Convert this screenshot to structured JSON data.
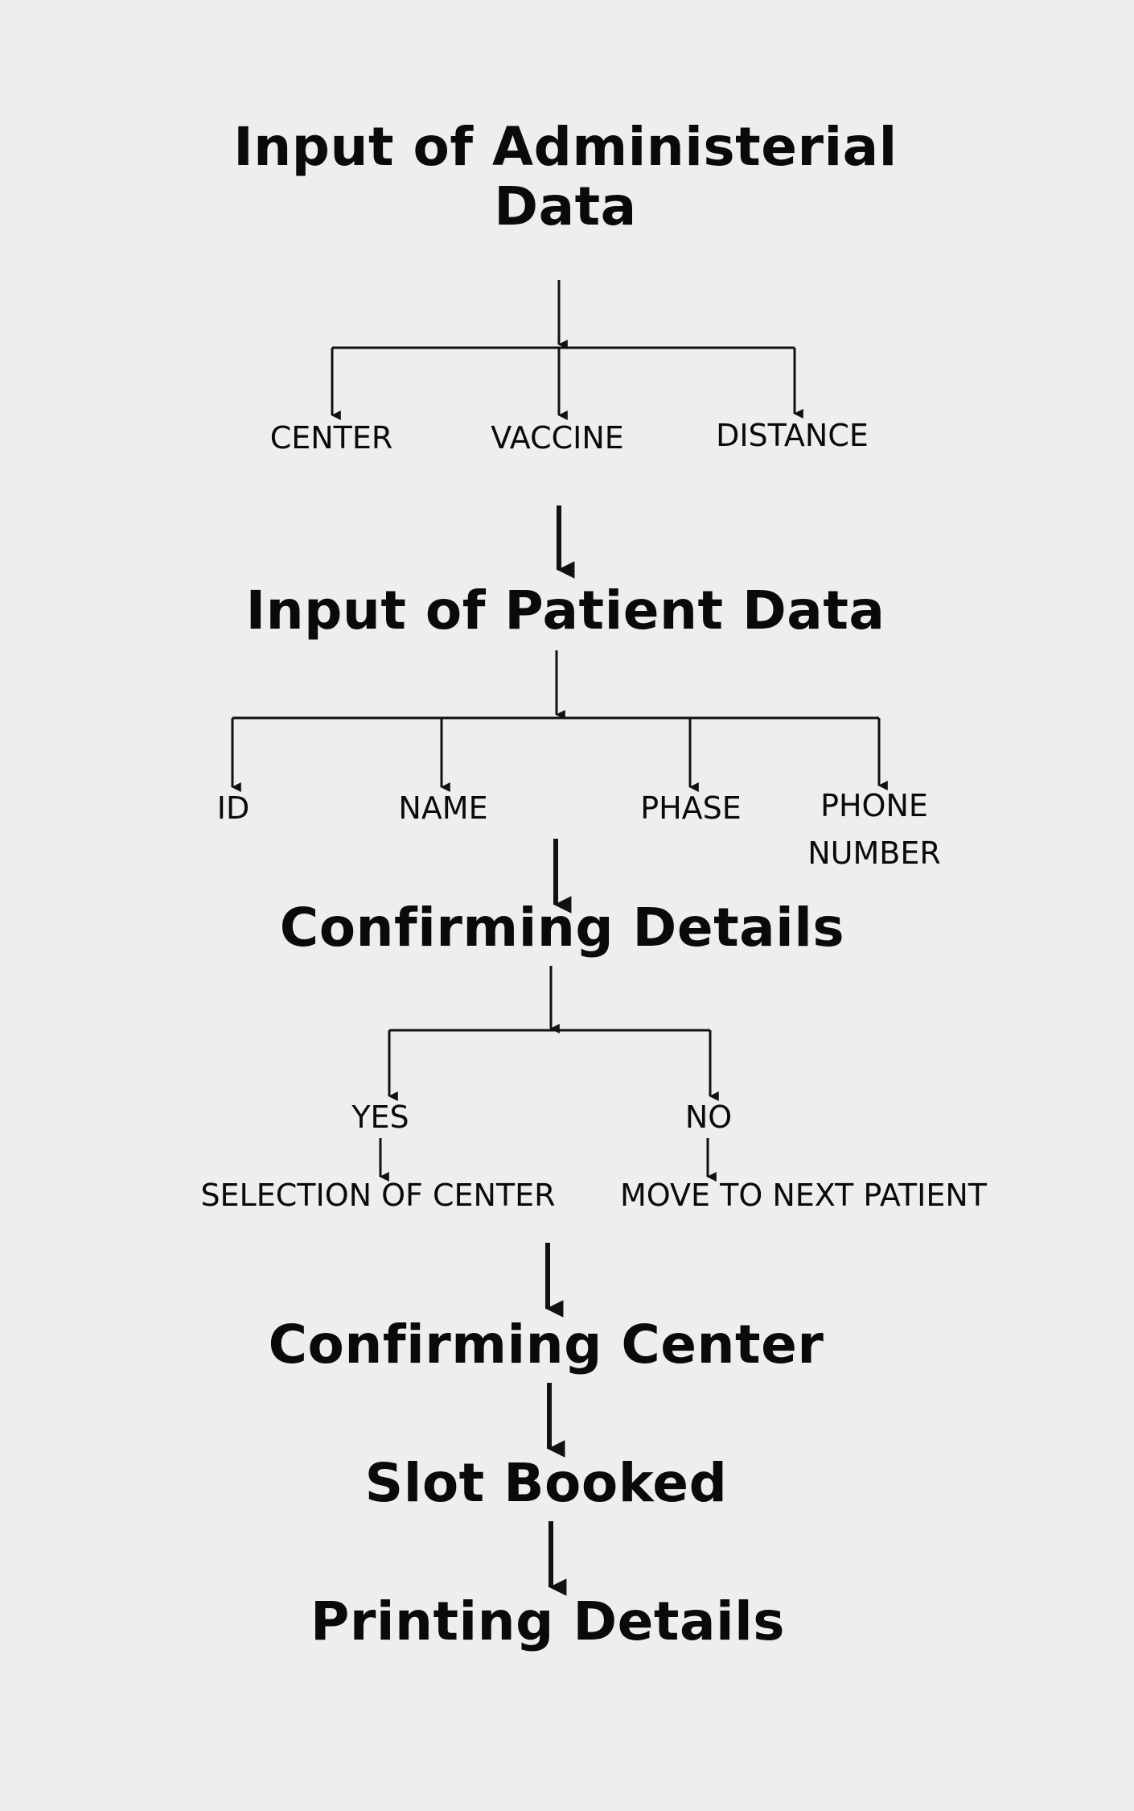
{
  "steps": {
    "admin": {
      "line1": "Input of Administerial",
      "line2": "Data"
    },
    "patient": "Input of Patient Data",
    "confirm_details": "Confirming Details",
    "confirm_center": "Confirming  Center",
    "slot_booked": "Slot Booked",
    "printing": "Printing Details"
  },
  "admin_fields": {
    "center": "CENTER",
    "vaccine": "VACCINE",
    "distance": "DISTANCE"
  },
  "patient_fields": {
    "id": "ID",
    "name": "NAME",
    "phase": "PHASE",
    "phone_line1": "PHONE",
    "phone_line2": "NUMBER"
  },
  "decision": {
    "yes": "YES",
    "no": "NO",
    "yes_action": "SELECTION OF CENTER",
    "no_action": "MOVE TO NEXT PATIENT"
  }
}
